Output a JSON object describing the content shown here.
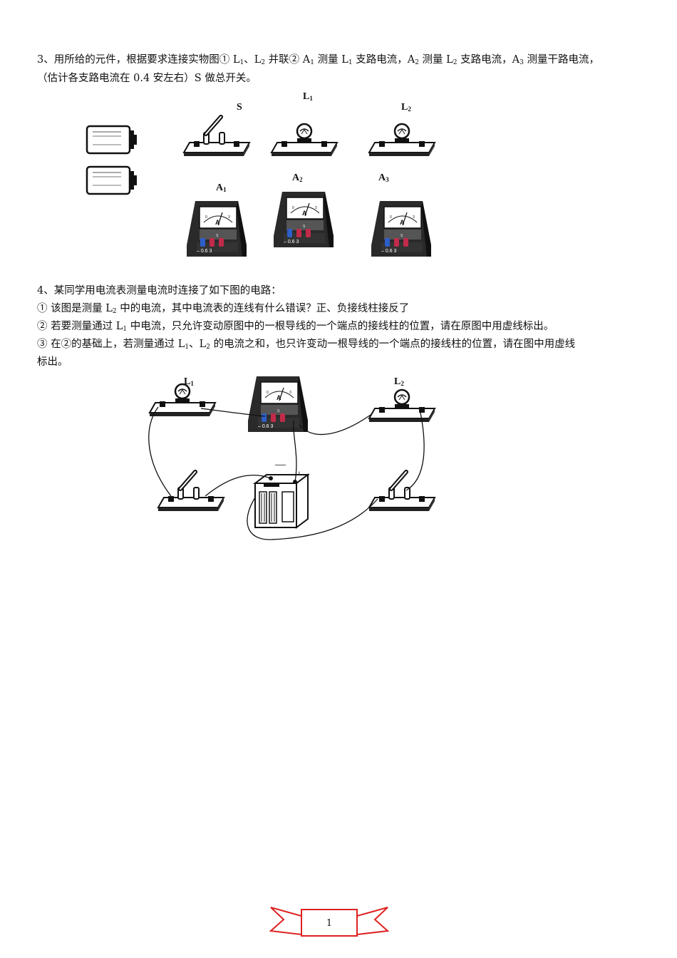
{
  "q3": {
    "line1_a": "3、用所给的元件，根据要求连接实物图① L",
    "line1_b": "、L",
    "line1_c": " 并联② A",
    "line1_d": " 测量 L",
    "line1_e": " 支路电流，A",
    "line1_f": " 测量 L",
    "line1_g": " 支路电流，A",
    "line1_h": " 测量干路电流，",
    "line2": "（估计各支路电流在 0.4 安左右）S 做总开关。",
    "labels": {
      "switch": "S",
      "l1": "L",
      "l1_sub": "1",
      "l2": "L",
      "l2_sub": "2",
      "a1": "A",
      "a1_sub": "1",
      "a2": "A",
      "a2_sub": "2",
      "a3": "A",
      "a3_sub": "3"
    }
  },
  "q4": {
    "title": "4、某同学用电流表测量电流时连接了如下图的电路：",
    "item1_a": "① 该图是测量 L",
    "item1_b": " 中的电流，其中电流表的连线有什么错误？正、负接线柱接反了",
    "item2_a": "② 若要测量通过 L",
    "item2_b": " 中电流，只允许变动原图中的一根导线的一个端点的接线柱的位置，请在原图中用虚线标出。",
    "item3_a": "③ 在②的基础上，若测量通过 L",
    "item3_b": "、L",
    "item3_c": " 的电流之和，也只许变动一根导线的一个端点的接线柱的位置，请在图中用虚线",
    "item3_d": "标出。",
    "labels": {
      "l1": "L",
      "l1_sub": "1",
      "l2": "L",
      "l2_sub": "2",
      "minus": "—",
      "plus": "+"
    }
  },
  "subs": {
    "one": "1",
    "two": "2",
    "three": "3"
  },
  "meter": {
    "unit": "A",
    "terminals": "- 0.6 3",
    "scale": "0 1 2 3"
  },
  "footer": {
    "page": "1"
  }
}
